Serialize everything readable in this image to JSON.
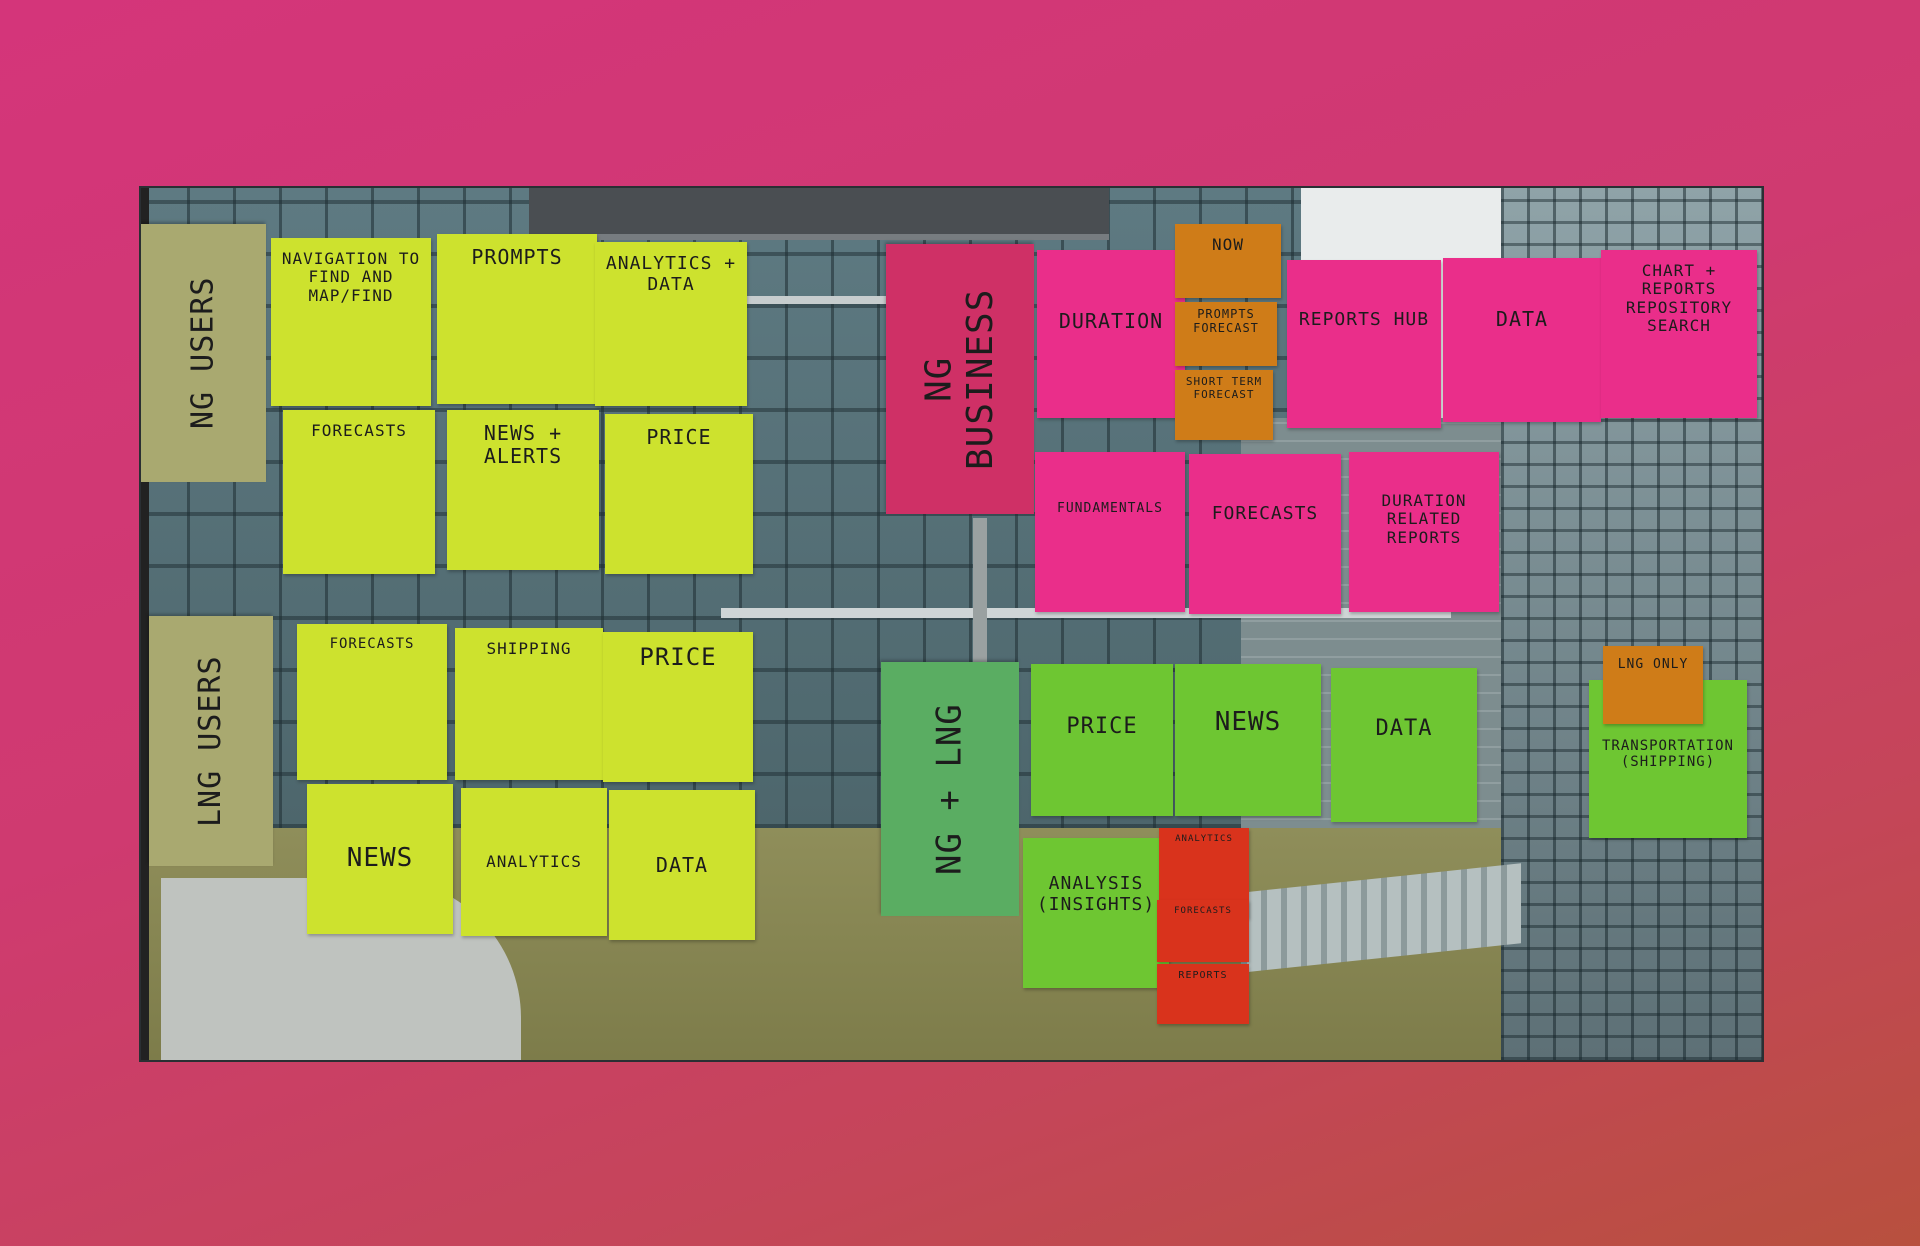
{
  "notes": {
    "ng_users": "NG users",
    "navigation": "Navigation to find and map/find",
    "prompts": "Prompts",
    "analytics_data": "Analytics + Data",
    "forecasts_ng": "Forecasts",
    "news_alerts": "News + Alerts",
    "price_ng": "Price",
    "lng_users": "LNG users",
    "forecasts_lng": "Forecasts",
    "shipping": "Shipping",
    "price_lng": "Price",
    "news_lng": "News",
    "analytics_lng": "Analytics",
    "data_lng": "Data",
    "ng_business": "NG business",
    "duration": "Duration",
    "now": "Now",
    "prompts_forecast": "Prompts forecast",
    "short_term_forecast": "Short term forecast",
    "reports_hub": "Reports hub",
    "data_pink": "Data",
    "chart_reports": "Chart + Reports repository search",
    "fundamentals": "Fundamentals",
    "forecasts_pink": "Forecasts",
    "duration_related": "Duration related reports",
    "ng_lng": "NG + LNG",
    "price_green": "Price",
    "news_green": "News",
    "data_green": "Data",
    "lng_only": "LNG only",
    "transportation": "Transportation (shipping)",
    "analysis": "Analysis (insights)",
    "analytics_red": "Analytics",
    "forecasts_red": "Forecasts",
    "reports_red": "Reports"
  },
  "colors": {
    "background": "#d4357a",
    "yellow_green": "#cde22e",
    "olive": "#a9a970",
    "pink": "#ea2e8a",
    "rose": "#cf3066",
    "green": "#6ec632",
    "sage": "#5aad62",
    "orange": "#cf7c18",
    "red": "#d9331c"
  }
}
